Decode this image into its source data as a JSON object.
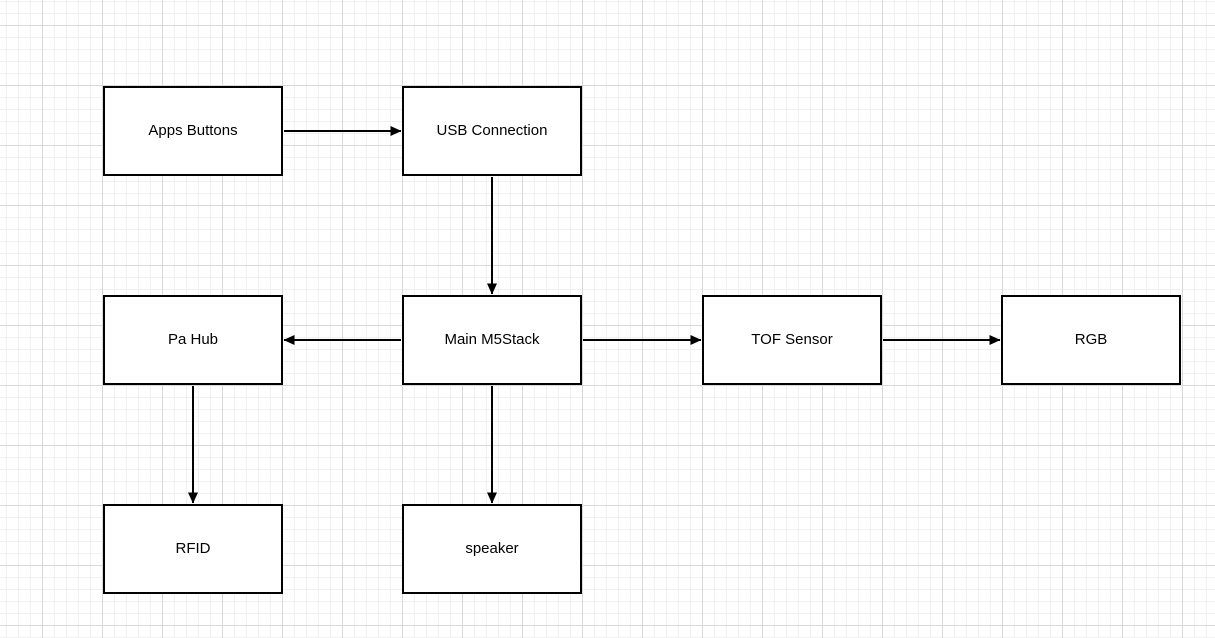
{
  "diagram": {
    "nodes": [
      {
        "id": "apps-buttons",
        "label": "Apps Buttons"
      },
      {
        "id": "usb-connection",
        "label": "USB Connection"
      },
      {
        "id": "pa-hub",
        "label": "Pa Hub"
      },
      {
        "id": "main-m5stack",
        "label": "Main M5Stack"
      },
      {
        "id": "tof-sensor",
        "label": "TOF Sensor"
      },
      {
        "id": "rgb",
        "label": "RGB"
      },
      {
        "id": "rfid",
        "label": "RFID"
      },
      {
        "id": "speaker",
        "label": "speaker"
      }
    ],
    "edges": [
      {
        "from": "Apps Buttons",
        "to": "USB Connection",
        "direction": "right"
      },
      {
        "from": "USB Connection",
        "to": "Main M5Stack",
        "direction": "down"
      },
      {
        "from": "Main M5Stack",
        "to": "Pa Hub",
        "direction": "left"
      },
      {
        "from": "Main M5Stack",
        "to": "TOF Sensor",
        "direction": "right"
      },
      {
        "from": "TOF Sensor",
        "to": "RGB",
        "direction": "right"
      },
      {
        "from": "Pa Hub",
        "to": "RFID",
        "direction": "down"
      },
      {
        "from": "Main M5Stack",
        "to": "speaker",
        "direction": "down"
      }
    ],
    "colors": {
      "background": "#ffffff",
      "grid_minor": "#f0f0f0",
      "grid_major": "#d8d8d8",
      "node_fill": "#ffffff",
      "node_stroke": "#000000",
      "edge": "#000000",
      "text": "#000000"
    }
  }
}
